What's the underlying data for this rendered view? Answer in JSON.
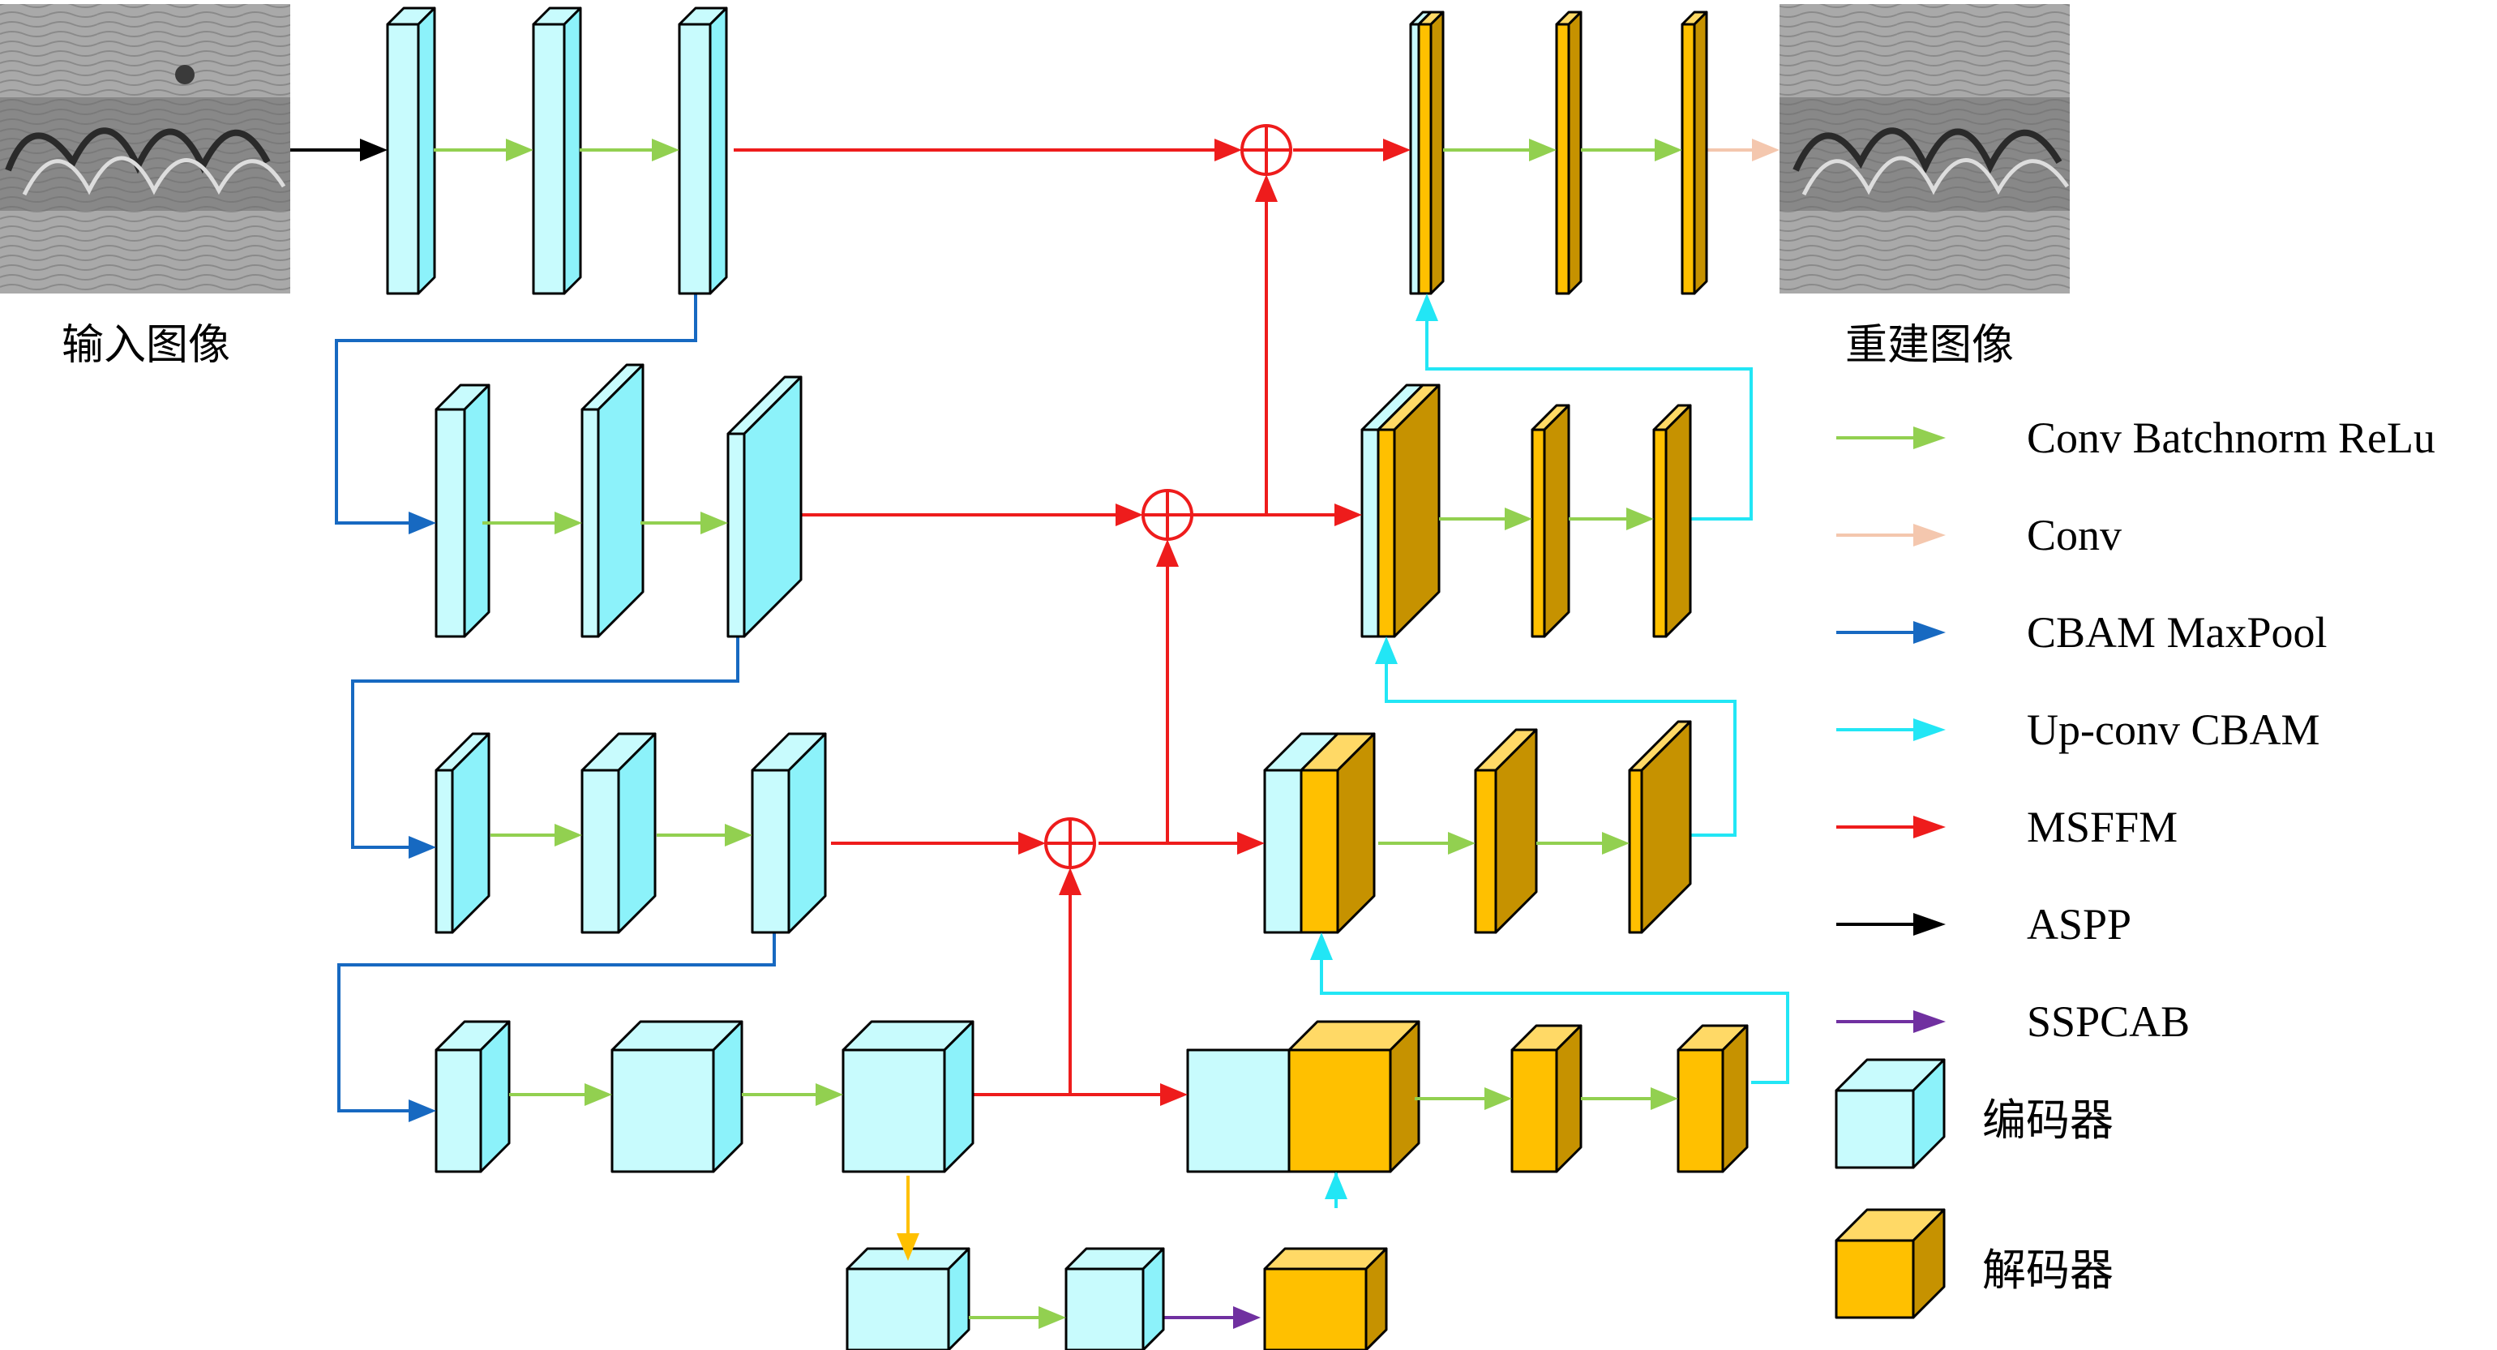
{
  "labels": {
    "input_image": "输入图像",
    "reconstructed_image": "重建图像"
  },
  "legend": {
    "items": [
      {
        "key": "conv_bn_relu",
        "label": "Conv Batchnorm ReLu",
        "color": "#92d050"
      },
      {
        "key": "conv",
        "label": "Conv",
        "color": "#f4c7ae"
      },
      {
        "key": "cbam_maxpool",
        "label": "CBAM MaxPool",
        "color": "#1769c1"
      },
      {
        "key": "upconv_cbam",
        "label": "Up-conv CBAM",
        "color": "#22e6f5"
      },
      {
        "key": "msffm",
        "label": "MSFFM",
        "color": "#ee1c1c"
      },
      {
        "key": "aspp",
        "label": "ASPP",
        "color": "#000000"
      },
      {
        "key": "sspcab",
        "label": "SSPCAB",
        "color": "#7030a0"
      }
    ],
    "encoder_label": "编码器",
    "decoder_label": "解码器"
  },
  "colors": {
    "encoder_face": "#c8fbfd",
    "encoder_side": "#8cf2fa",
    "decoder_face": "#ffc000",
    "decoder_side": "#c69200",
    "decoder_top": "#ffd966",
    "yellow_arrow": "#ffc000"
  }
}
